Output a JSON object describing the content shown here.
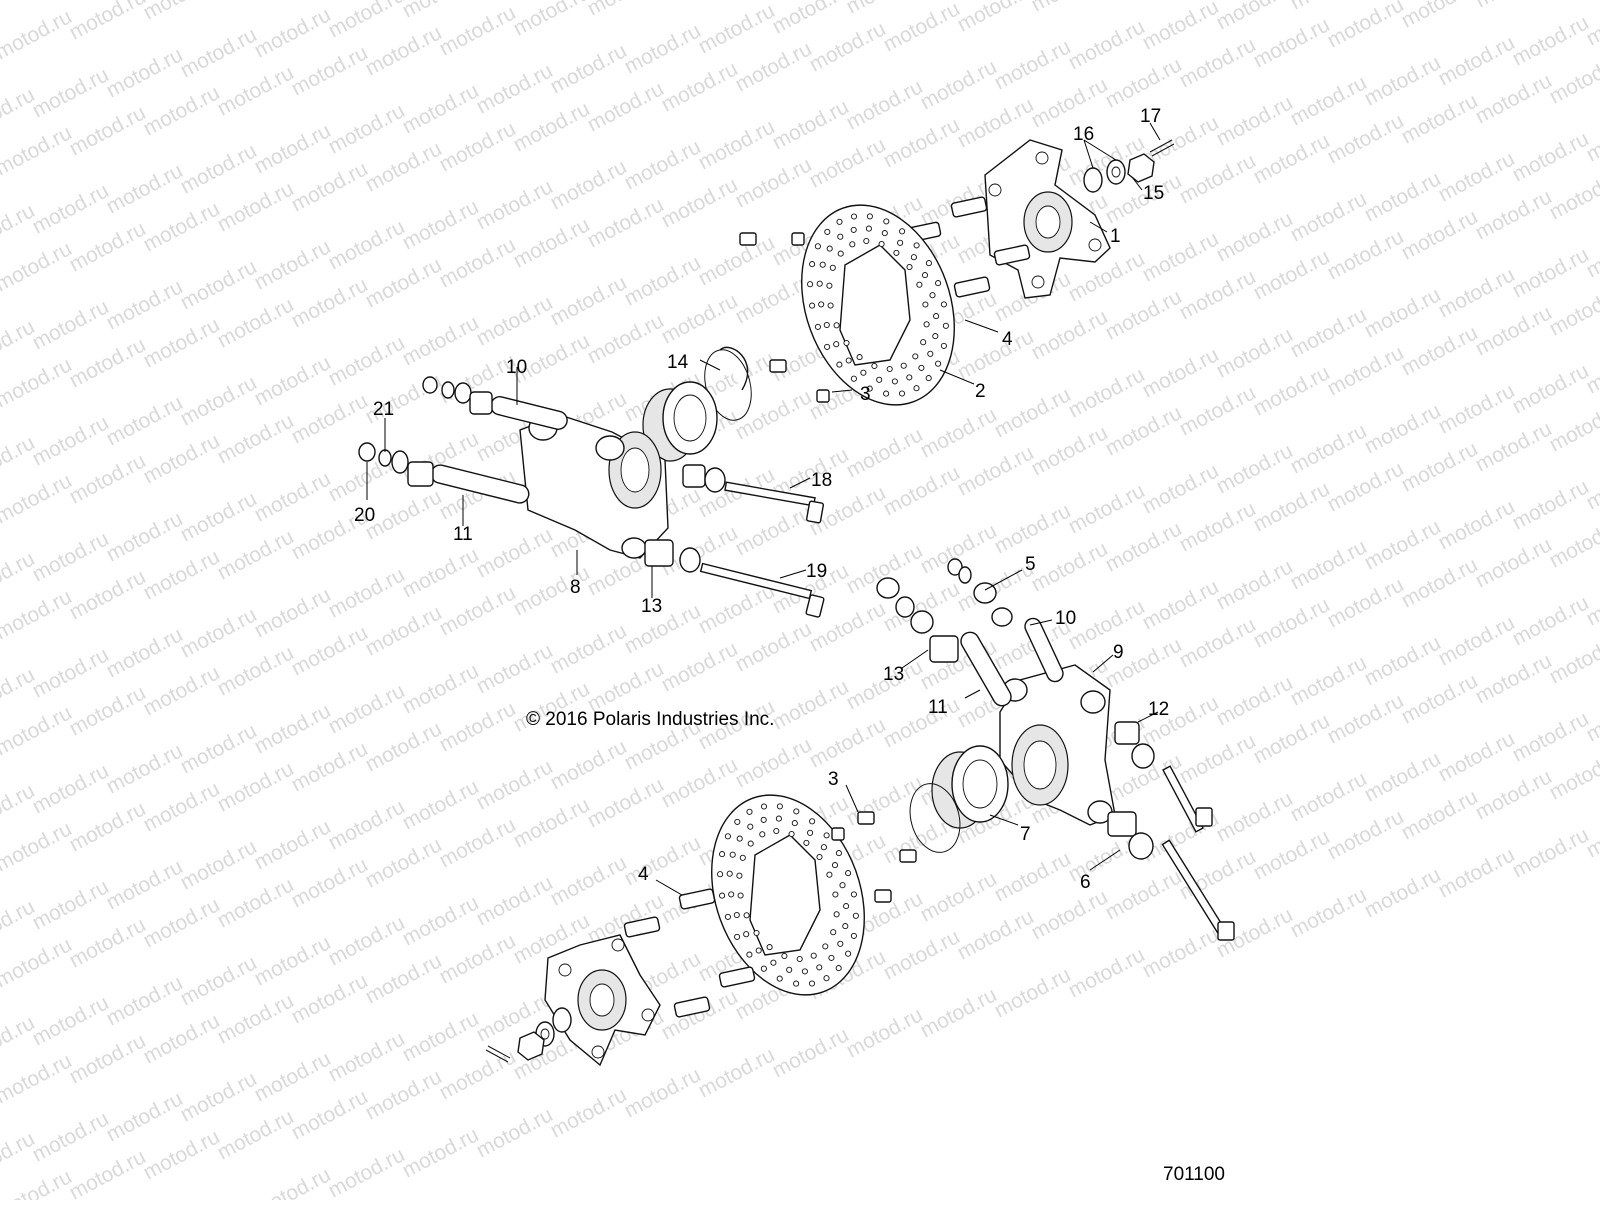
{
  "watermark_text": "motod.ru",
  "copyright": "© 2016 Polaris Industries Inc.",
  "figure_number": "701100",
  "callouts": [
    {
      "id": "c1",
      "label": "1"
    },
    {
      "id": "c2",
      "label": "2"
    },
    {
      "id": "c3a",
      "label": "3"
    },
    {
      "id": "c4a",
      "label": "4"
    },
    {
      "id": "c5",
      "label": "5"
    },
    {
      "id": "c6",
      "label": "6"
    },
    {
      "id": "c7",
      "label": "7"
    },
    {
      "id": "c8",
      "label": "8"
    },
    {
      "id": "c9",
      "label": "9"
    },
    {
      "id": "c10a",
      "label": "10"
    },
    {
      "id": "c10b",
      "label": "10"
    },
    {
      "id": "c11a",
      "label": "11"
    },
    {
      "id": "c11b",
      "label": "11"
    },
    {
      "id": "c12",
      "label": "12"
    },
    {
      "id": "c13a",
      "label": "13"
    },
    {
      "id": "c13b",
      "label": "13"
    },
    {
      "id": "c14",
      "label": "14"
    },
    {
      "id": "c15",
      "label": "15"
    },
    {
      "id": "c16",
      "label": "16"
    },
    {
      "id": "c17",
      "label": "17"
    },
    {
      "id": "c18",
      "label": "18"
    },
    {
      "id": "c19",
      "label": "19"
    },
    {
      "id": "c20",
      "label": "20"
    },
    {
      "id": "c21",
      "label": "21"
    },
    {
      "id": "c3b",
      "label": "3"
    },
    {
      "id": "c4b",
      "label": "4"
    }
  ]
}
